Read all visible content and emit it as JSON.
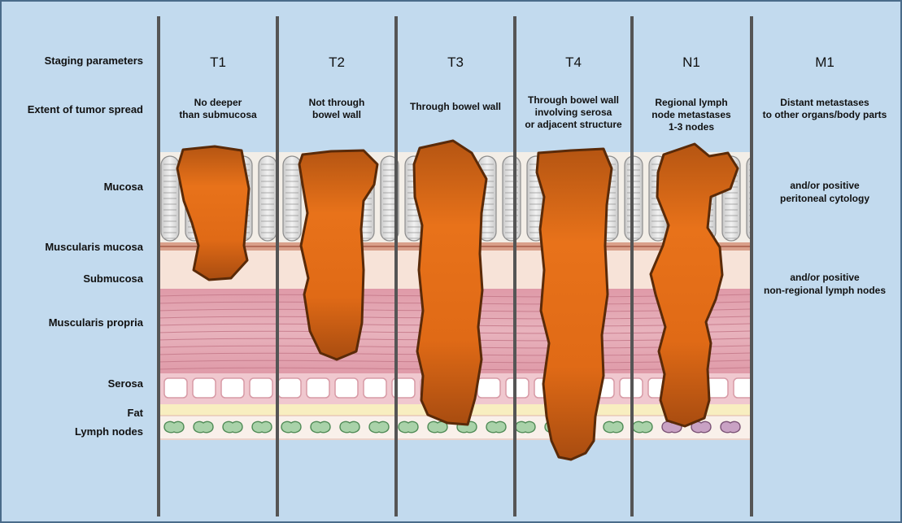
{
  "row_labels": {
    "staging_parameters": "Staging parameters",
    "extent": "Extent of tumor spread",
    "mucosa": "Mucosa",
    "muscularis_mucosa": "Muscularis mucosa",
    "submucosa": "Submucosa",
    "muscularis_propria": "Muscularis propria",
    "serosa": "Serosa",
    "fat": "Fat",
    "lymph_nodes": "Lymph nodes"
  },
  "stages": [
    {
      "label": "T1",
      "desc": [
        "No deeper",
        "than submucosa"
      ]
    },
    {
      "label": "T2",
      "desc": [
        "Not through",
        "bowel wall"
      ]
    },
    {
      "label": "T3",
      "desc": [
        "Through bowel wall"
      ]
    },
    {
      "label": "T4",
      "desc": [
        "Through bowel wall",
        "involving serosa",
        "or adjacent structure"
      ]
    },
    {
      "label": "N1",
      "desc": [
        "Regional lymph",
        "node metastases",
        "1-3 nodes"
      ]
    },
    {
      "label": "M1",
      "desc": [
        "Distant metastases",
        "to other organs/body parts"
      ]
    }
  ],
  "m1_notes": {
    "peritoneal": [
      "and/or positive",
      "peritoneal cytology"
    ],
    "nodes": [
      "and/or positive",
      "non-regional lymph nodes"
    ]
  },
  "colors": {
    "background": "#c2daee",
    "divider": "#555555",
    "tumor": "#e06a16",
    "tumor_outline": "#5a2a08",
    "muscle": "#e2a5b1",
    "submucosa": "#f7e3d8",
    "fat": "#f8eec0",
    "lymph_node_normal": "#a9d2a9",
    "lymph_node_metastatic": "#c9a2c4"
  }
}
